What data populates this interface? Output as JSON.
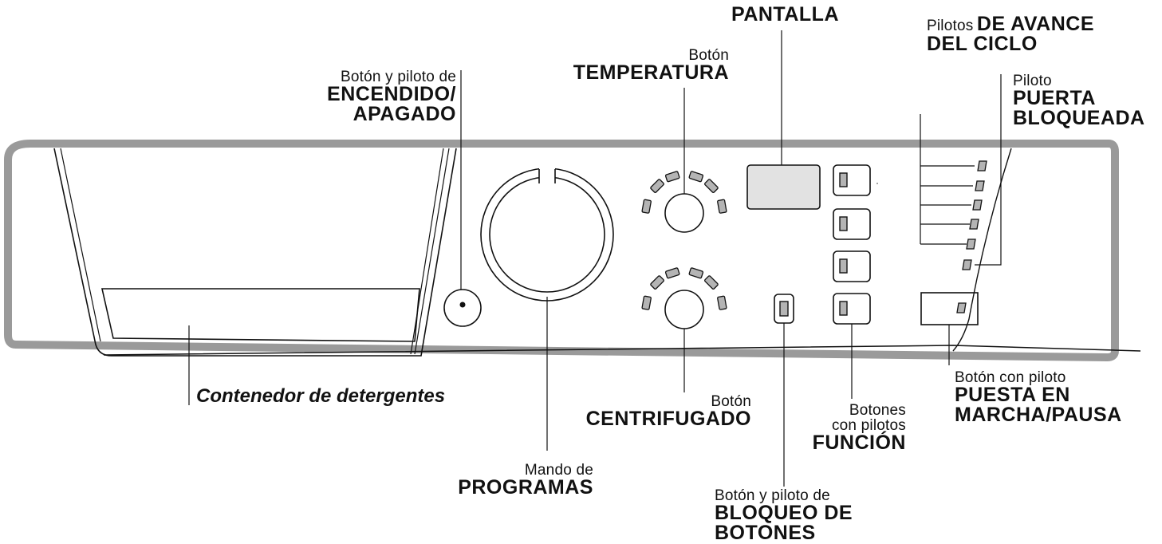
{
  "labels": {
    "pantalla": "PANTALLA",
    "pilotos_prefix": "Pilotos",
    "pilotos_bold_1": "DE AVANCE",
    "pilotos_bold_2": "DEL CICLO",
    "temp_small": "Botón",
    "temp_bold": "TEMPERATURA",
    "encendido_small": "Botón y piloto de",
    "encendido_bold_1": "ENCENDIDO/",
    "encendido_bold_2": "APAGADO",
    "puerta_small": "Piloto",
    "puerta_bold_1": "PUERTA",
    "puerta_bold_2": "BLOQUEADA",
    "contenedor": "Contenedor de detergentes",
    "centrif_small": "Botón",
    "centrif_bold": "CENTRIFUGADO",
    "programas_small": "Mando de",
    "programas_bold": "PROGRAMAS",
    "funcion_small_1": "Botones",
    "funcion_small_2": "con pilotos",
    "funcion_bold": "FUNCIÓN",
    "bloqueo_small": "Botón y piloto de",
    "bloqueo_bold_1": "BLOQUEO DE",
    "bloqueo_bold_2": "BOTONES",
    "marcha_small": "Botón con piloto",
    "marcha_bold_1": "PUESTA EN",
    "marcha_bold_2": "MARCHA/PAUSA"
  },
  "colors": {
    "panel_outline": "#9a9a9a",
    "display_fill": "#e2e2e2",
    "led_fill": "#b4b4b4",
    "line": "#111111"
  }
}
